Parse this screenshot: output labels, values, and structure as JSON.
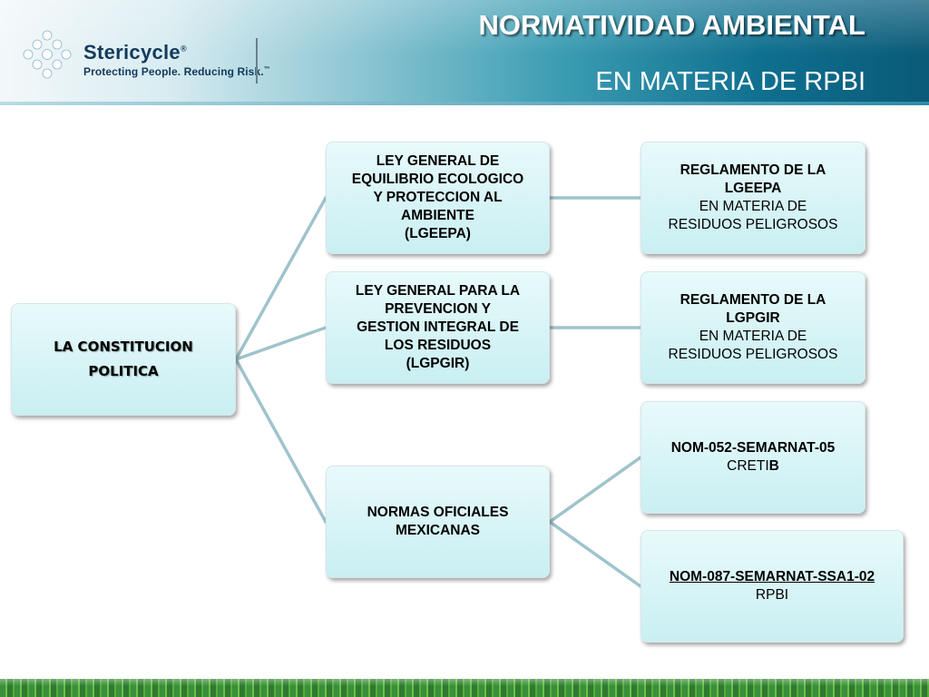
{
  "header": {
    "brand_name": "Stericycle",
    "brand_reg": "®",
    "tagline": "Protecting People. Reducing Risk.",
    "tagline_tm": "™",
    "title": "NORMATIVIDAD AMBIENTAL",
    "subtitle": "EN MATERIA DE RPBI"
  },
  "diagram": {
    "root": {
      "line1": "LA CONSTITUCION",
      "line2": "POLITICA"
    },
    "laws": [
      {
        "lines": [
          "LEY GENERAL DE",
          "EQUILIBRIO ECOLOGICO",
          "Y PROTECCION AL",
          "AMBIENTE",
          "(LGEEPA)"
        ],
        "regulation": {
          "line1": "REGLAMENTO DE LA",
          "line2": "LGEEPA",
          "line3": "EN MATERIA DE",
          "line4": "RESIDUOS PELIGROSOS"
        }
      },
      {
        "lines": [
          "LEY GENERAL PARA LA",
          "PREVENCION Y",
          "GESTION INTEGRAL DE",
          "LOS RESIDUOS",
          "(LGPGIR)"
        ],
        "regulation": {
          "line1": "REGLAMENTO DE LA",
          "line2": "LGPGIR",
          "line3": "EN MATERIA DE",
          "line4": "RESIDUOS PELIGROSOS"
        }
      }
    ],
    "normas": {
      "line1": "NORMAS OFICIALES",
      "line2": "MEXICANAS",
      "items": [
        {
          "code": "NOM-052-SEMARNAT-05",
          "desc_pre": "CRETI",
          "desc_bold": "B"
        },
        {
          "code": "NOM-087-SEMARNAT-SSA1-02",
          "desc": "RPBI"
        }
      ]
    }
  },
  "colors": {
    "box_fill": "#d4f3f5",
    "connector": "#9fc3cc",
    "header_dark": "#0a5a78",
    "footer_green": "#3a8f3a"
  }
}
